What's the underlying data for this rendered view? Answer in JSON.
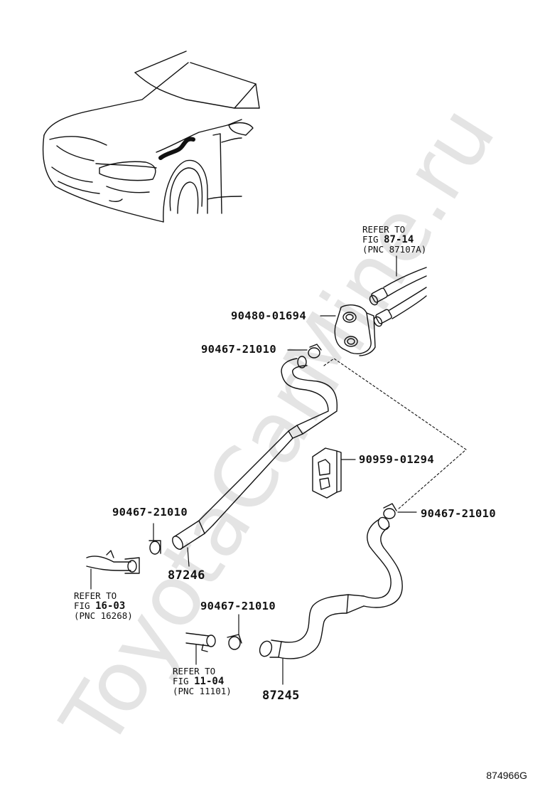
{
  "watermark": "ToyotaCarMine.ru",
  "diagram_code": "874966G",
  "parts": {
    "grommet": "90480-01694",
    "clamp_top": "90467-21010",
    "clamp_left": "90467-21010",
    "clamp_right": "90467-21010",
    "clamp_bottom": "90467-21010",
    "clip": "90959-01294",
    "hose_upper": "87246",
    "hose_lower": "87245"
  },
  "references": {
    "ref_87_14": {
      "line1": "REFER TO",
      "fig_prefix": "FIG",
      "fig": "87-14",
      "pnc": "(PNC 87107A)"
    },
    "ref_16_03": {
      "line1": "REFER TO",
      "fig_prefix": "FIG",
      "fig": "16-03",
      "pnc": "(PNC 16268)"
    },
    "ref_11_04": {
      "line1": "REFER TO",
      "fig_prefix": "FIG",
      "fig": "11-04",
      "pnc": "(PNC 11101)"
    }
  }
}
